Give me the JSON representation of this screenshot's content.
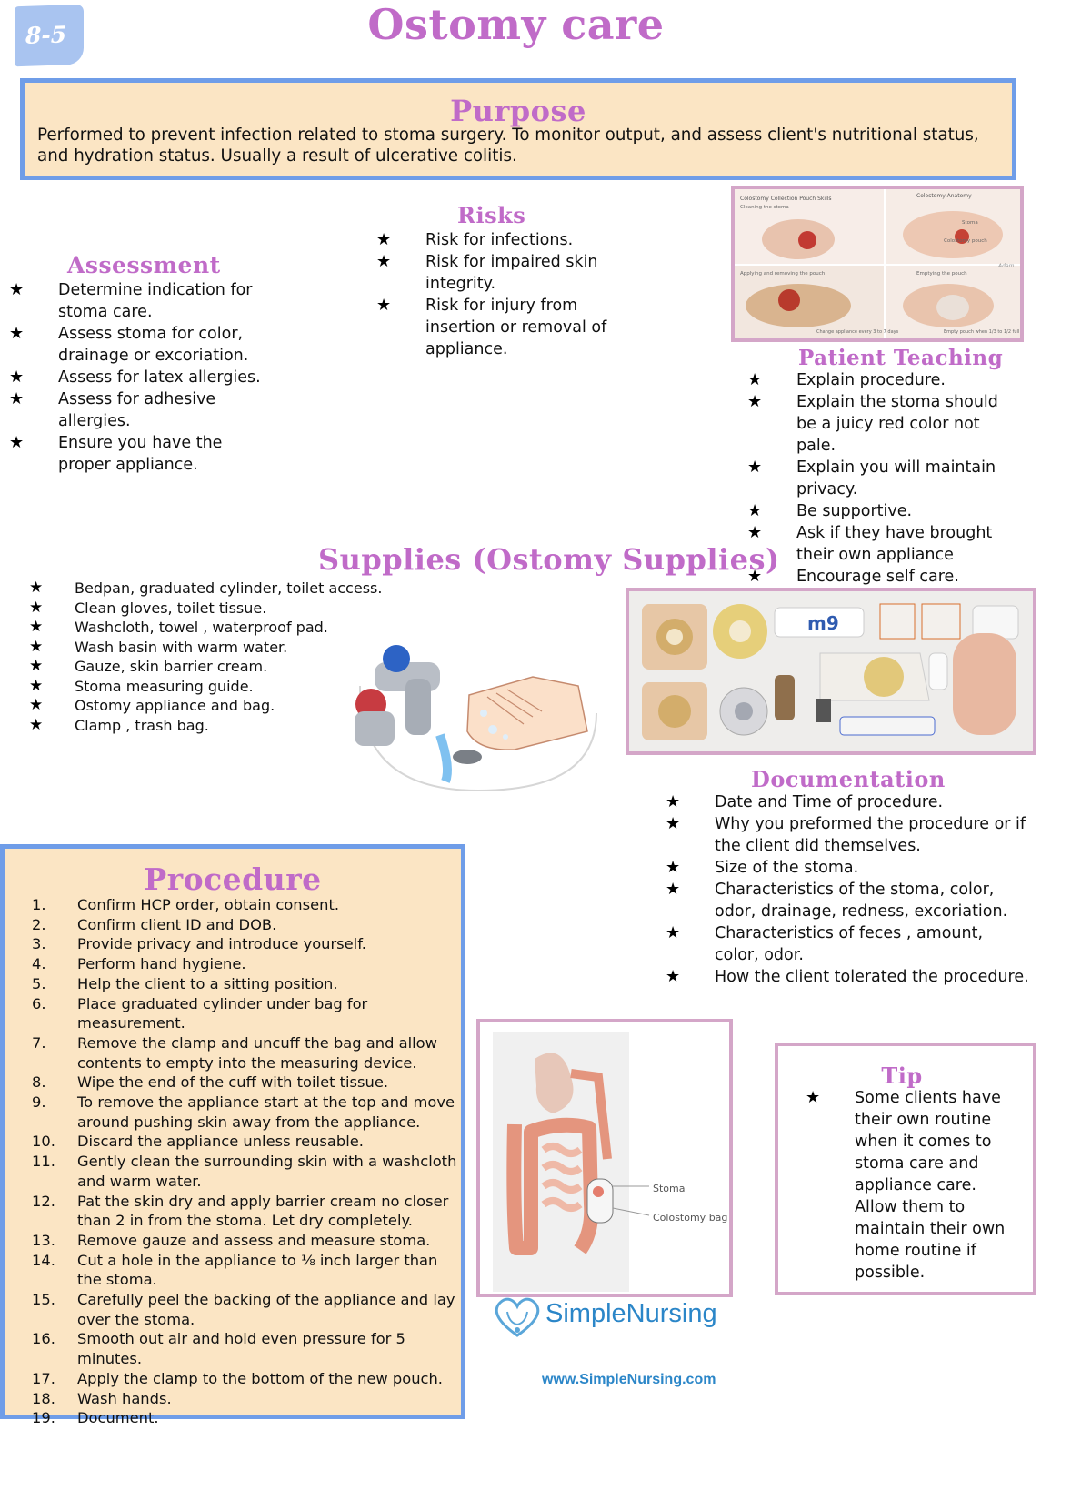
{
  "badge": "8-5",
  "title": "Ostomy care",
  "purpose": {
    "heading": "Purpose",
    "text": "Performed to prevent infection related to stoma surgery. To monitor output, and assess client's nutritional status, and hydration status. Usually a result of ulcerative colitis."
  },
  "risks": {
    "heading": "Risks",
    "items": [
      "Risk for infections.",
      "Risk for impaired skin integrity.",
      "Risk for injury from insertion or removal of appliance."
    ]
  },
  "assessment": {
    "heading": "Assessment",
    "items": [
      "Determine indication for stoma care.",
      "Assess stoma for color, drainage or excoriation.",
      "Assess for latex allergies.",
      "Assess for adhesive allergies.",
      "Ensure you have the proper appliance."
    ]
  },
  "colostomy_image": {
    "labels": [
      "Colostomy Collection Pouch Skills",
      "Cleaning the stoma",
      "Colostomy Anatomy",
      "Colostomy pouch",
      "Applying and removing the pouch",
      "Emptying the pouch",
      "Change appliance every 3 to 7 days",
      "Empty pouch when 1/3 to 1/2 full",
      "Stoma",
      "Adam"
    ]
  },
  "patient_teaching": {
    "heading": "Patient Teaching",
    "items": [
      "Explain procedure.",
      "Explain the stoma should be a juicy red color not pale.",
      "Explain you will maintain privacy.",
      "Be supportive.",
      "Ask if they have brought their own appliance",
      "Encourage self care."
    ]
  },
  "supplies": {
    "heading": "Supplies (Ostomy Supplies)",
    "items": [
      "Bedpan, graduated cylinder, toilet access.",
      "Clean gloves, toilet tissue.",
      "Washcloth, towel , waterproof pad.",
      "Wash basin with warm water.",
      "Gauze, skin barrier cream.",
      "Stoma measuring guide.",
      "Ostomy appliance and bag.",
      "Clamp , trash bag."
    ]
  },
  "supplies_photo": {
    "tube_label": "m9"
  },
  "documentation": {
    "heading": "Documentation",
    "items": [
      "Date and Time of procedure.",
      "Why you preformed the procedure or if the client did themselves.",
      "Size of the stoma.",
      "Characteristics of the stoma, color, odor, drainage, redness, excoriation.",
      "Characteristics of feces , amount, color, odor.",
      "How the client tolerated the procedure."
    ]
  },
  "procedure": {
    "heading": "Procedure",
    "steps": [
      {
        "num": "1.",
        "text": "Confirm HCP order,  obtain consent."
      },
      {
        "num": "2.",
        "text": "Confirm client ID and DOB."
      },
      {
        "num": "3.",
        "text": "Provide privacy and introduce yourself."
      },
      {
        "num": "4.",
        "text": "Perform hand hygiene."
      },
      {
        "num": "5.",
        "text": "Help the client to a sitting position."
      },
      {
        "num": "6.",
        "text": "Place graduated cylinder under bag for measurement."
      },
      {
        "num": "7.",
        "text": "Remove the clamp and uncuff the bag and allow contents to empty into the measuring device."
      },
      {
        "num": "8.",
        "text": "Wipe the end of the cuff with toilet tissue."
      },
      {
        "num": "9.",
        "text": "To remove the appliance start at the top and move around pushing skin away from the appliance."
      },
      {
        "num": "10.",
        "text": "Discard the appliance unless reusable."
      },
      {
        "num": "11.",
        "text": "Gently clean the surrounding skin with a washcloth and warm water."
      },
      {
        "num": "12.",
        "text": "Pat the skin dry and apply barrier cream no closer than 2 in from the stoma.  Let dry completely."
      },
      {
        "num": "13.",
        "text": "Remove gauze and  assess and measure stoma."
      },
      {
        "num": "14.",
        "text": "Cut a hole in the appliance to ⅛ inch larger than the stoma."
      },
      {
        "num": "15.",
        "text": "Carefully peel the backing of the appliance and lay over the stoma."
      },
      {
        "num": "16.",
        "text": "Smooth out air and hold even pressure for 5 minutes."
      },
      {
        "num": "17.",
        "text": "Apply the clamp to the bottom of the new pouch."
      },
      {
        "num": "18.",
        "text": "Wash hands."
      },
      {
        "num": "19.",
        "text": "Document."
      }
    ]
  },
  "anatomy_image": {
    "stoma_label": "Stoma",
    "bag_label": "Colostomy bag"
  },
  "tip": {
    "heading": "Tip",
    "items": [
      "Some clients have their own routine when it comes to stoma care and appliance care. Allow them to maintain their own home routine if possible."
    ]
  },
  "logo": {
    "simple": "Simple",
    "nursing": "Nursing"
  },
  "website": "www.SimpleNursing.com",
  "colors": {
    "heading": "#c06bc8",
    "blue_border": "#6f9de8",
    "pink_border": "#d4a6c8",
    "panel_bg": "#fbe5c4",
    "logo_blue": "#2b86c8"
  }
}
